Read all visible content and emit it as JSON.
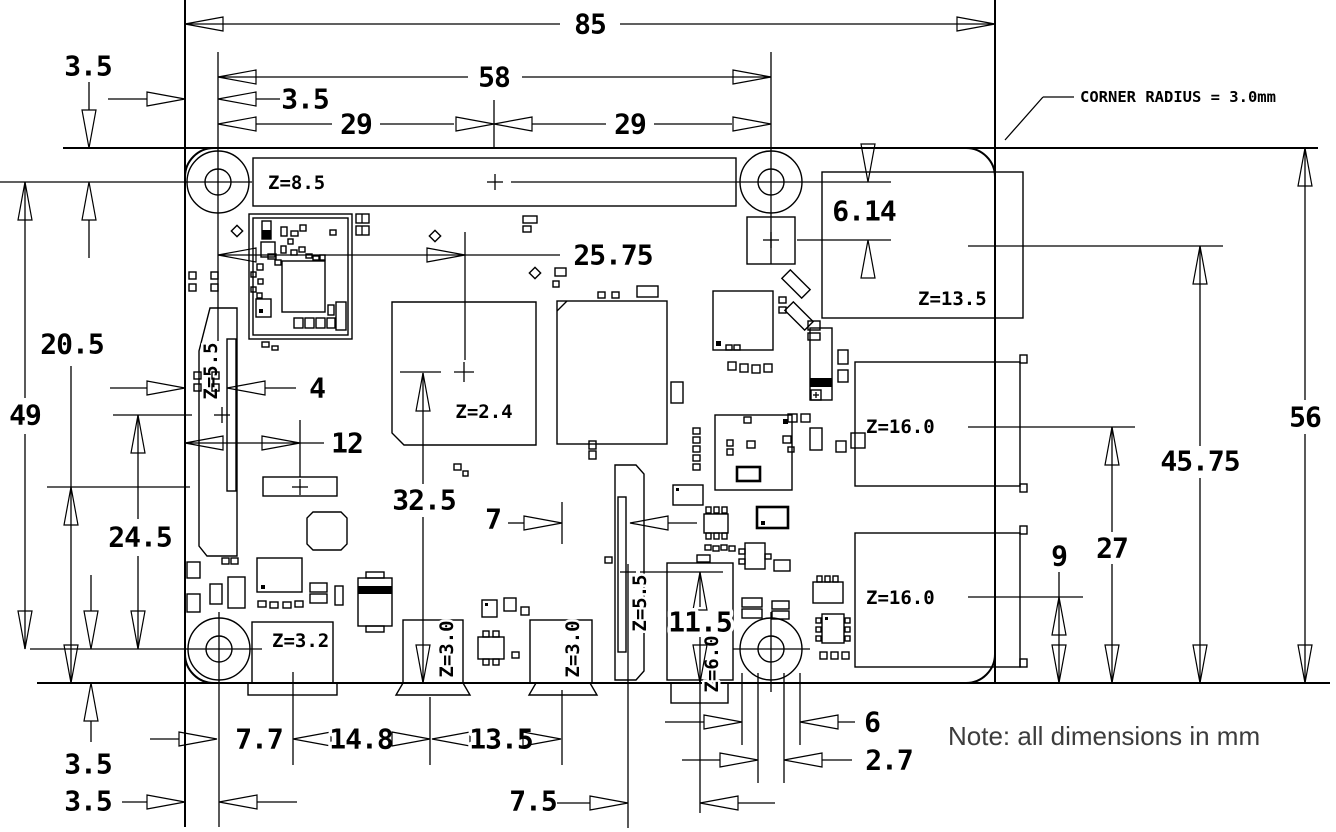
{
  "notes": {
    "units": "Note: all dimensions in mm",
    "corner": "CORNER RADIUS = 3.0mm"
  },
  "dims": {
    "board_width": "85",
    "hole_span_h": "58",
    "left29": "29",
    "right29": "29",
    "top_edge_to_hole": "3.5",
    "left_edge_to_hole": "3.5",
    "soc_center": "25.75",
    "usb_plus": "6.14",
    "pwr_row_to_bottom": "20.5",
    "hole_span_v": "49",
    "dsi_offset": "4",
    "pwr_center": "12",
    "dsi_to_hole": "24.5",
    "soc_to_bottom": "32.5",
    "av_to_cam": "7",
    "board_height": "56",
    "eth_to_bottom": "45.75",
    "usb1_to_bottom": "27",
    "usb2_to_bottom": "9",
    "cam_to_bottom": "11.5",
    "hole_to_pwr": "7.7",
    "pwr_to_hdmi": "14.8",
    "hdmi_to_av": "13.5",
    "cam_to_usb": "7.5",
    "hole_width_6": "6",
    "hole_width_27": "2.7",
    "bl_hole_to_edge": "3.5",
    "bl_edge_to_hole": "3.5"
  },
  "z": {
    "gpio": "Z=8.5",
    "dsi": "Z=5.5",
    "soc": "Z=2.4",
    "eth": "Z=13.5",
    "usb1": "Z=16.0",
    "usb2": "Z=16.0",
    "pwr": "Z=3.2",
    "hdmi": "Z=3.0",
    "av": "Z=3.0",
    "cam": "Z=5.5",
    "usb_conn": "Z=6.0"
  }
}
